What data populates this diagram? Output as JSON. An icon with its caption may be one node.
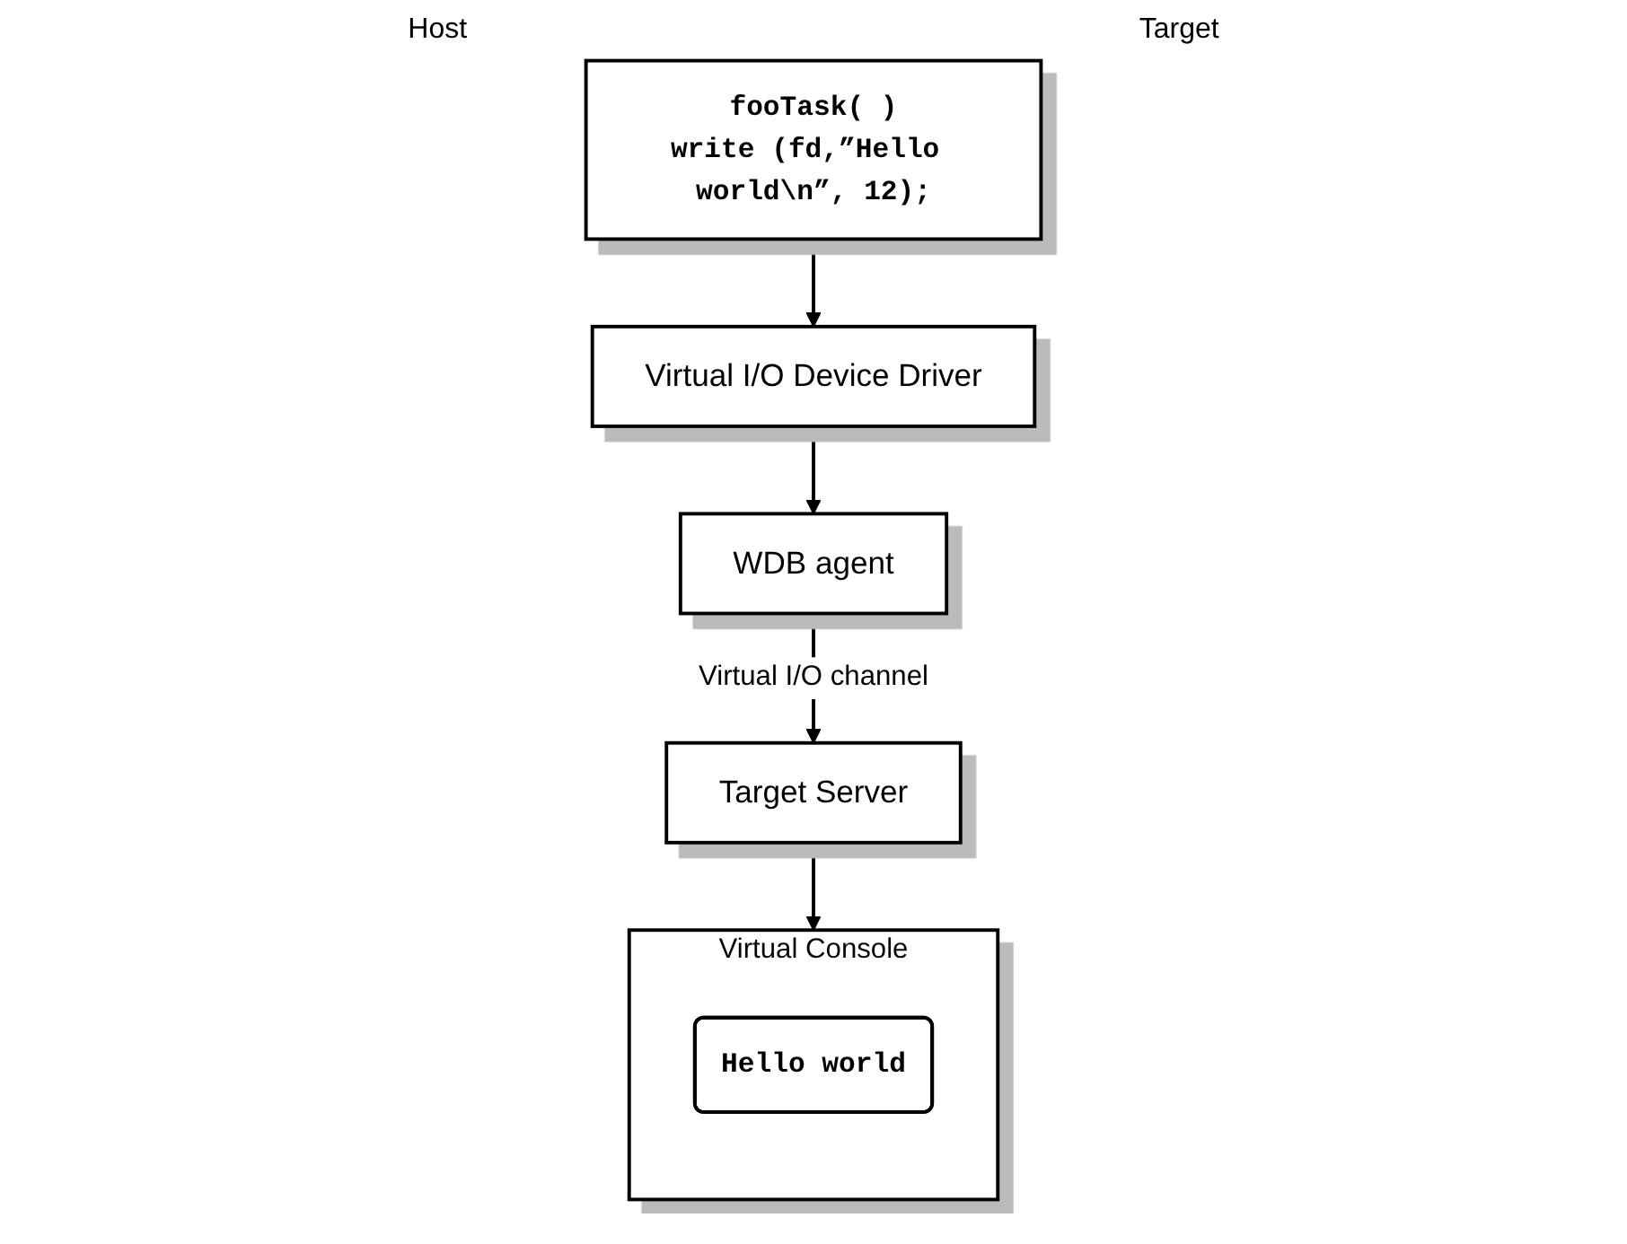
{
  "diagram": {
    "nodes": [
      {
        "text": [
          "Virtual Console"
        ]
      },
      {
        "text": [
          "Hello world"
        ],
        "in": 0
      },
      {
        "text": [
          "fooTask( )",
          "write (fd,”Hello world\\n”, 12);"
        ]
      },
      {
        "text": [
          "Virtual I/O Device Driver"
        ]
      },
      {
        "text": [
          "Target Server"
        ]
      },
      {
        "text": [
          "WDB agent"
        ]
      }
    ],
    "edges": [
      {
        "from": 2,
        "to": 3,
        "arrow": "to"
      },
      {
        "from": 3,
        "to": 5,
        "arrow": "to"
      },
      {
        "from": 4,
        "to": 0,
        "arrow": "to"
      },
      {
        "from": 5,
        "to": 4,
        "arrow": "to",
        "label": "Virtual I/O channel"
      }
    ],
    "labels": [
      "Host",
      "Target"
    ]
  }
}
